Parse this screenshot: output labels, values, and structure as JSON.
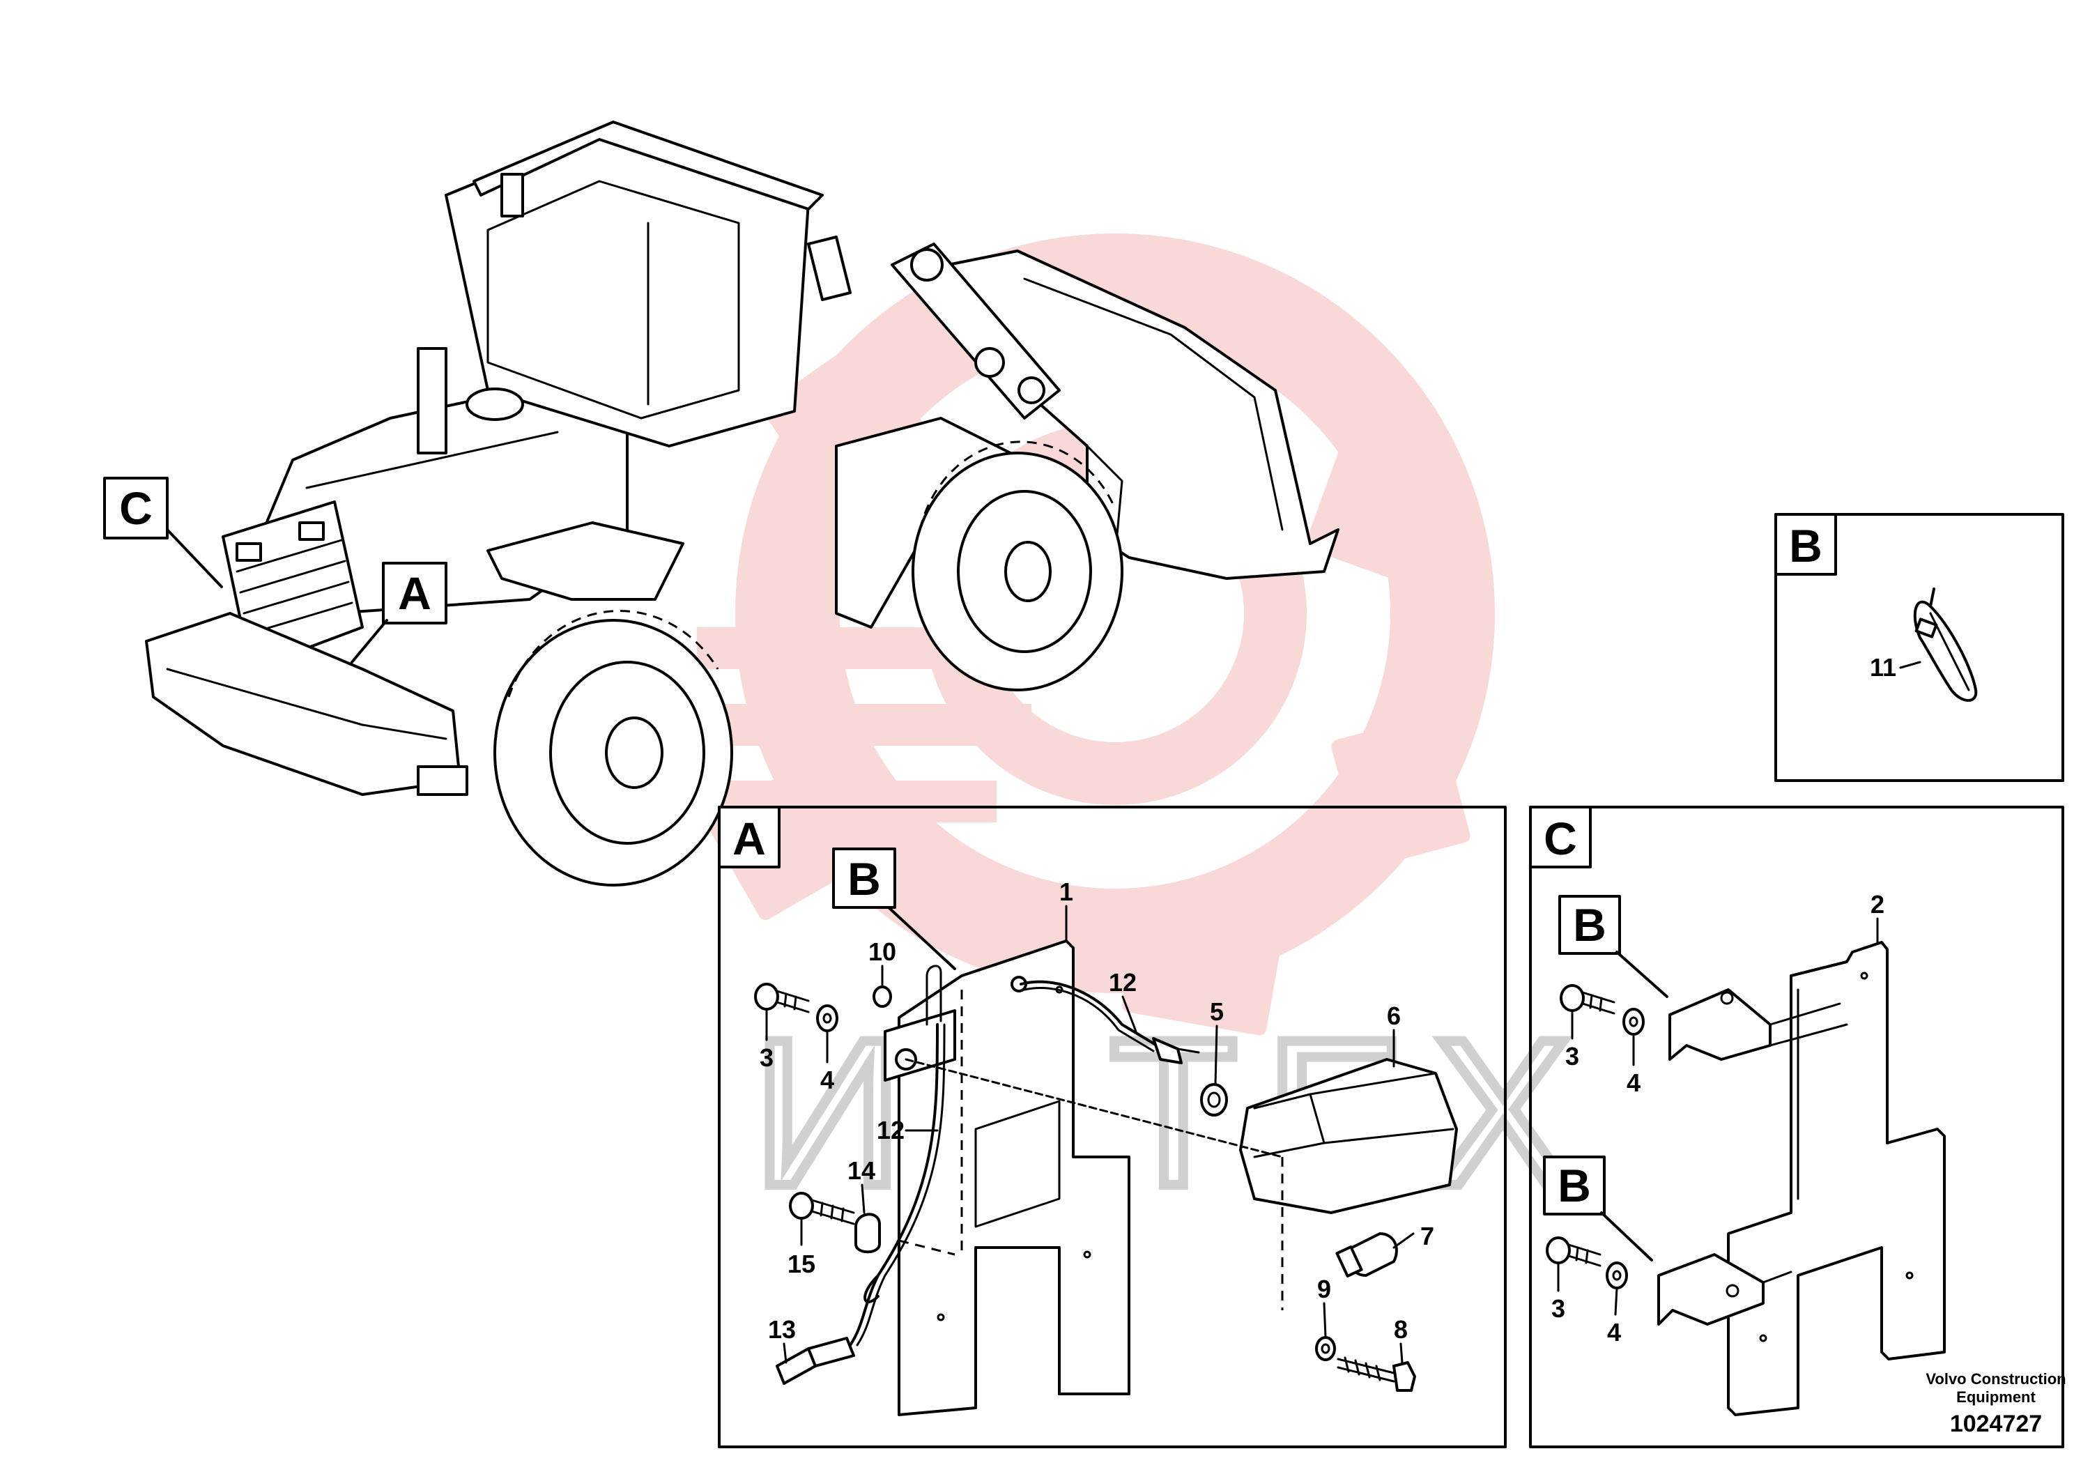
{
  "callouts": {
    "main_a": "A",
    "main_c": "C",
    "panel_a": "A",
    "panel_b": "B",
    "panel_c": "C",
    "sub_b_in_a": "B",
    "sub_b1_in_c": "B",
    "sub_b2_in_c": "B"
  },
  "parts_panel_a": {
    "p1": "1",
    "p3": "3",
    "p4": "4",
    "p5": "5",
    "p6": "6",
    "p7": "7",
    "p8": "8",
    "p9": "9",
    "p10": "10",
    "p12_top": "12",
    "p12_side": "12",
    "p13": "13",
    "p14": "14",
    "p15": "15"
  },
  "parts_panel_b": {
    "p11": "11"
  },
  "parts_panel_c": {
    "p2": "2",
    "p3_top": "3",
    "p4_top": "4",
    "p3_bottom": "3",
    "p4_bottom": "4"
  },
  "footer": {
    "brand_line1": "Volvo Construction",
    "brand_line2": "Equipment",
    "drawing_number": "1024727"
  },
  "watermark": {
    "text": "ИНТЕХ",
    "color": "#f5b8b8"
  }
}
